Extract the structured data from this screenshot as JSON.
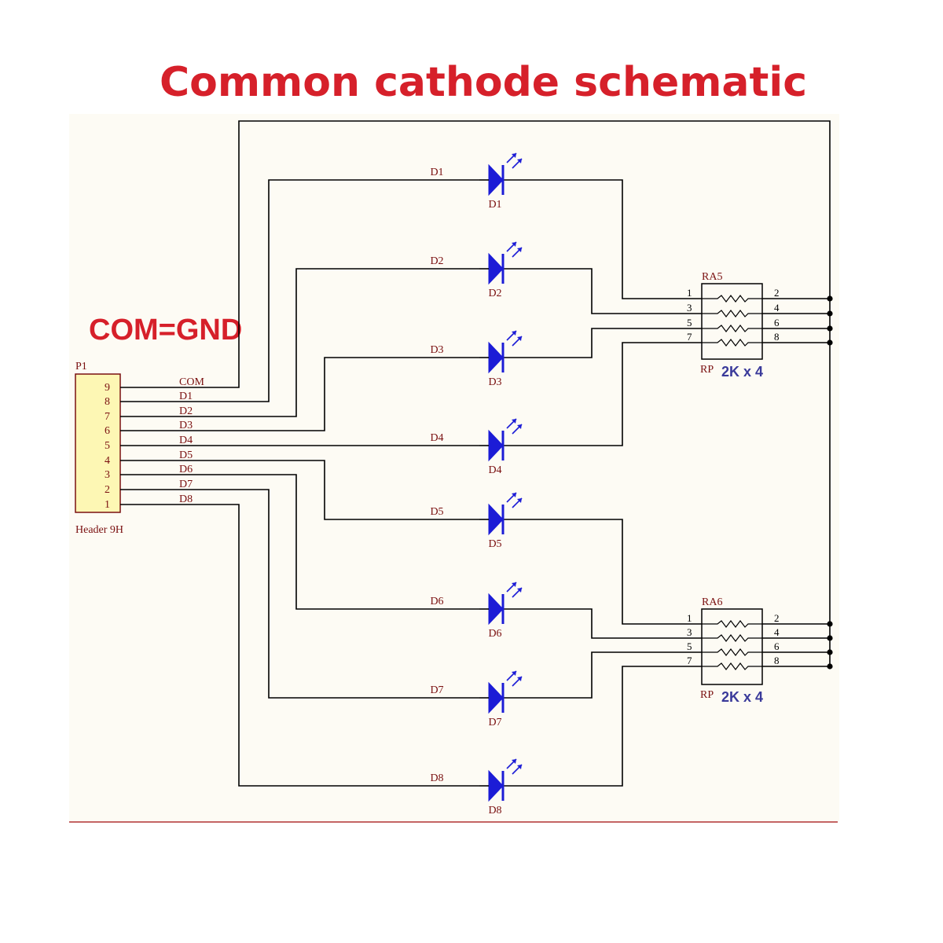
{
  "title": "Common cathode schematic",
  "annotation": "COM=GND",
  "colors": {
    "title": "#d6202a",
    "wire": "#000000",
    "label": "#7a1010",
    "led": "#1c1cd6",
    "header_fill": "#fdf7b4",
    "header_border": "#7a1010",
    "rp_value": "#3a3a9a",
    "baseline": "#b03030",
    "canvas": "#fdfbf4"
  },
  "header": {
    "designator": "P1",
    "part": "Header 9H",
    "pins": [
      "9",
      "8",
      "7",
      "6",
      "5",
      "4",
      "3",
      "2",
      "1"
    ],
    "nets": [
      "COM",
      "D1",
      "D2",
      "D3",
      "D4",
      "D5",
      "D6",
      "D7",
      "D8"
    ]
  },
  "leds": [
    {
      "net": "D1",
      "ref": "D1"
    },
    {
      "net": "D2",
      "ref": "D2"
    },
    {
      "net": "D3",
      "ref": "D3"
    },
    {
      "net": "D4",
      "ref": "D4"
    },
    {
      "net": "D5",
      "ref": "D5"
    },
    {
      "net": "D6",
      "ref": "D6"
    },
    {
      "net": "D7",
      "ref": "D7"
    },
    {
      "net": "D8",
      "ref": "D8"
    }
  ],
  "resistor_packs": [
    {
      "designator": "RA5",
      "type": "RP",
      "value": "2K x 4",
      "left_pins": [
        "1",
        "3",
        "5",
        "7"
      ],
      "right_pins": [
        "2",
        "4",
        "6",
        "8"
      ]
    },
    {
      "designator": "RA6",
      "type": "RP",
      "value": "2K x 4",
      "left_pins": [
        "1",
        "3",
        "5",
        "7"
      ],
      "right_pins": [
        "2",
        "4",
        "6",
        "8"
      ]
    }
  ]
}
